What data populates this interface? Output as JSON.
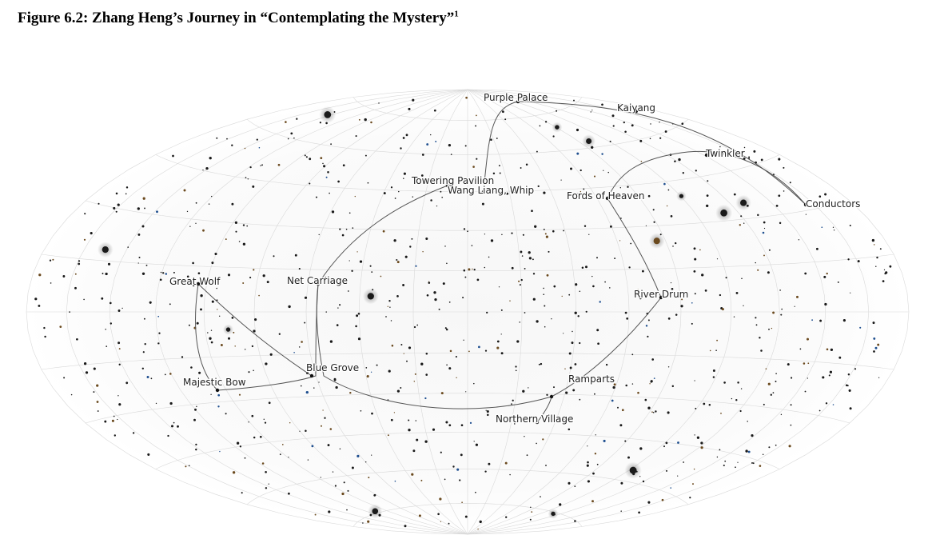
{
  "figure": {
    "title": "Figure 6.2: Zhang Heng’s Journey in “Contemplating the Mystery”",
    "footnote_mark": "1"
  },
  "journey": {
    "stops": [
      "Purple Palace",
      "Kaiyang",
      "Twinkler",
      "Towering Pavilion",
      "Wang Liang, Whip",
      "Fords of Heaven",
      "Conductors",
      "Great Wolf",
      "Net Carriage",
      "River Drum",
      "Blue Grove",
      "Majestic Bow",
      "Ramparts",
      "Northern Village"
    ]
  },
  "colors": {
    "star_dark": "#1a1a1a",
    "star_brown": "#6b4a1f",
    "star_blue": "#1f4f8f",
    "route": "#555555",
    "grid": "#d9d9d9"
  }
}
